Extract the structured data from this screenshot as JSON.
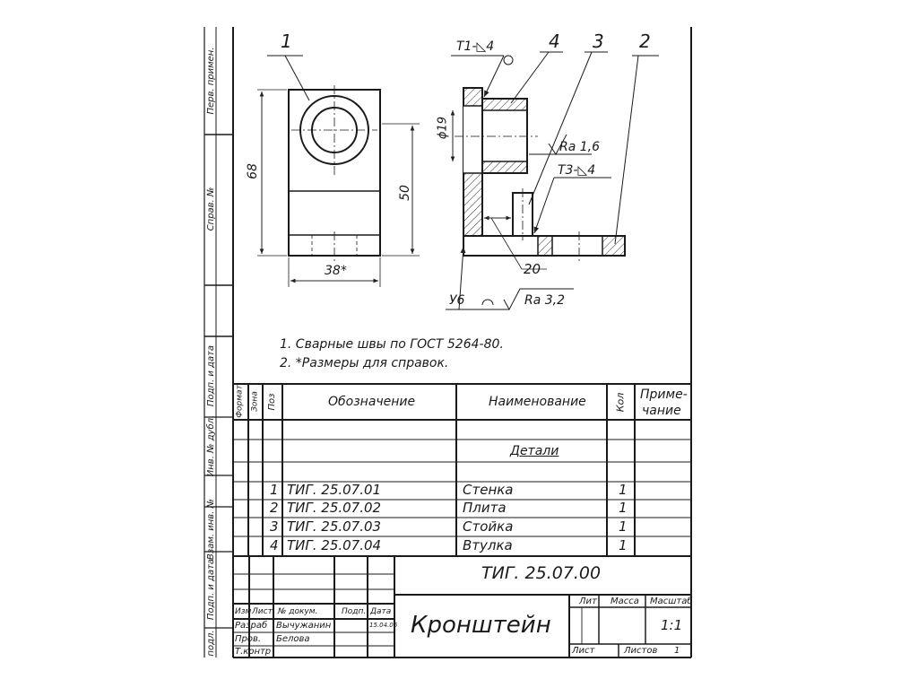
{
  "drawing": {
    "part_labels": {
      "p1": "1",
      "p2": "2",
      "p3": "3",
      "p4": "4"
    },
    "dims": {
      "height_68": "68",
      "height_50": "50",
      "width_38": "38*",
      "diam_19": "ϕ19",
      "len_20": "20"
    },
    "weld_marks": {
      "t1": "Т1-◺4",
      "t3": "Т3-◺4",
      "u6": "У6"
    },
    "roughness": {
      "ra16": "Ra 1,6",
      "ra32": "Ra 3,2"
    }
  },
  "notes": [
    "1. Сварные швы по ГОСТ 5264-80.",
    "2. *Размеры для справок."
  ],
  "side_stamp": {
    "perv_primen": "Перв. примен.",
    "sprav_no": "Справ. №",
    "podp_data_1": "Подп. и дата",
    "inv_dubl": "Инв. № дубл.",
    "vzam_inv": "Взам. инв. №",
    "podp_data_2": "Подп. и дата",
    "podl": "подл."
  },
  "spec_table": {
    "headers": {
      "format": "Формат",
      "zona": "Зона",
      "poz": "Поз",
      "oboznachenie": "Обозначение",
      "naimenovanie": "Наименование",
      "kol": "Кол",
      "primechanie_1": "Приме-",
      "primechanie_2": "чание"
    },
    "section": "Детали",
    "rows": [
      {
        "poz": "1",
        "code": "ТИГ. 25.07.01",
        "name": "Стенка",
        "qty": "1"
      },
      {
        "poz": "2",
        "code": "ТИГ. 25.07.02",
        "name": "Плита",
        "qty": "1"
      },
      {
        "poz": "3",
        "code": "ТИГ. 25.07.03",
        "name": "Стойка",
        "qty": "1"
      },
      {
        "poz": "4",
        "code": "ТИГ. 25.07.04",
        "name": "Втулка",
        "qty": "1"
      }
    ]
  },
  "title_block": {
    "doc_code": "ТИГ. 25.07.00",
    "title": "Кронштейн",
    "lit": "Лит",
    "massa": "Масса",
    "masshtab": "Масштаб",
    "scale": "1:1",
    "list": "Лист",
    "listov": "Листов",
    "listov_val": "1",
    "col_izm": "Изм",
    "col_list": "Лист",
    "col_docum": "№ докум.",
    "col_podp": "Подп.",
    "col_data": "Дата",
    "row_razrab": "Разраб",
    "row_razrab_name": "Вычужанин",
    "row_razrab_date": "15.04.06",
    "row_prov": "Пров.",
    "row_prov_name": "Белова",
    "row_tkontr": "Т.контр"
  }
}
